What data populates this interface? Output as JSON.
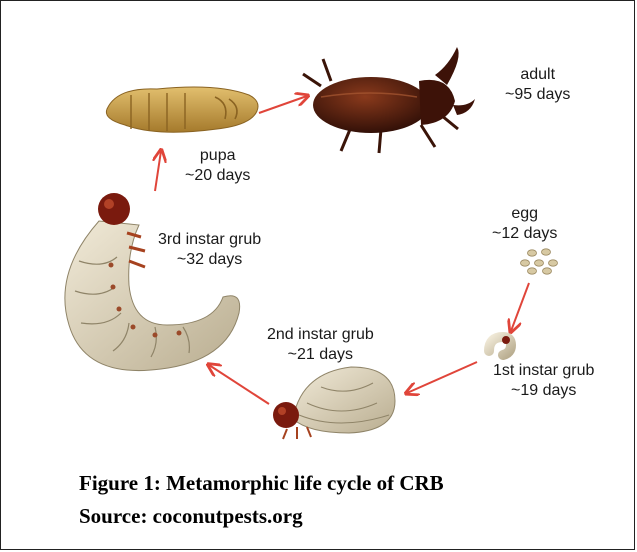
{
  "stages": {
    "adult": {
      "name": "adult",
      "duration": "~95 days"
    },
    "pupa": {
      "name": "pupa",
      "duration": "~20 days"
    },
    "egg": {
      "name": "egg",
      "duration": "~12 days"
    },
    "first": {
      "name": "1st instar grub",
      "duration": "~19 days"
    },
    "second": {
      "name": "2nd instar grub",
      "duration": "~21 days"
    },
    "third": {
      "name": "3rd instar grub",
      "duration": "~32 days"
    }
  },
  "caption": {
    "figure": "Figure 1: Metamorphic life cycle of CRB",
    "source": "Source:  coconutpests.org"
  },
  "colors": {
    "arrow": "#e0453a",
    "beetle": "#5a2212",
    "pupa": "#c9a04e",
    "grub": "#e7dcc2",
    "head": "#7a1a0e"
  }
}
